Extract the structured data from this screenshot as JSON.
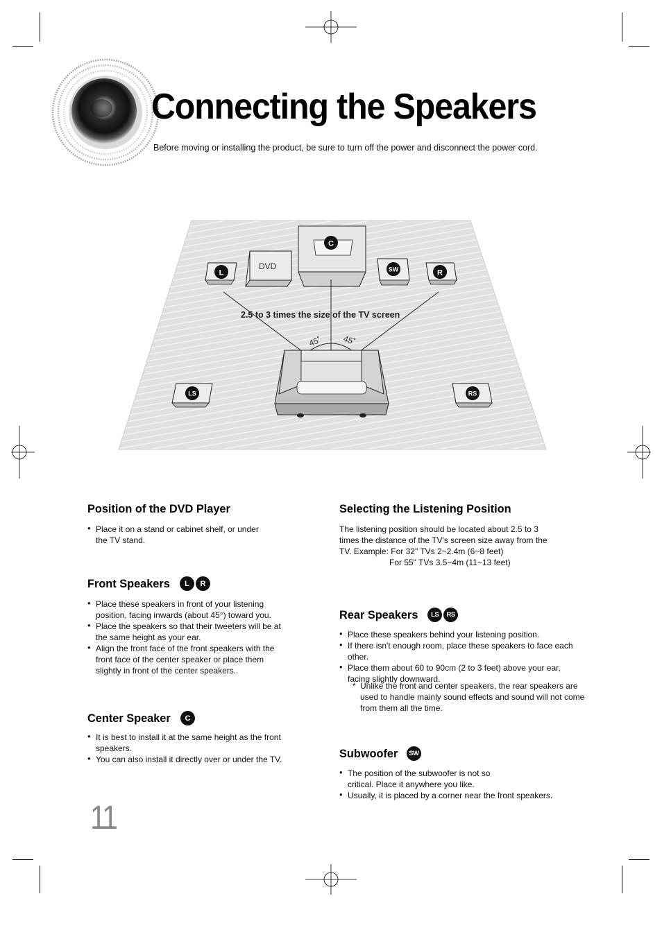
{
  "page": {
    "title": "Connecting the Speakers",
    "subtitle": "Before moving or installing the product, be sure to turn off the power and disconnect the power cord.",
    "page_number": "11"
  },
  "diagram": {
    "speaker_badges": {
      "front_left": "L",
      "center": "C",
      "subwoofer": "SW",
      "front_right": "R",
      "rear_left": "LS",
      "rear_right": "RS"
    },
    "dvd_label": "DVD",
    "distance_label": "2.5 to 3 times the size of the TV screen",
    "angle_left": "45˚",
    "angle_right": "45˚"
  },
  "sections": {
    "dvd_position": {
      "heading": "Position of the DVD Player",
      "bullets": [
        "Place it on a stand or cabinet shelf, or under the TV stand."
      ]
    },
    "front_speakers": {
      "heading": "Front Speakers",
      "badges": [
        "L",
        "R"
      ],
      "bullets": [
        "Place these speakers in front of your listening position, facing inwards (about 45°) toward you.",
        "Place the speakers so that their tweeters will be at the same height as your ear.",
        "Align the front face of the front speakers with the front face of the center speaker or place them slightly in front of the center speakers."
      ]
    },
    "center_speaker": {
      "heading": "Center Speaker",
      "badges": [
        "C"
      ],
      "bullets": [
        "It is best to install it at the same height as the front speakers.",
        "You can also install it directly over or under the TV."
      ]
    },
    "listening_position": {
      "heading": "Selecting the Listening Position",
      "text": "The listening position should be located about 2.5 to 3 times the distance of the TV's screen size away from the TV. Example:",
      "example_1": "For 32\" TVs 2~2.4m (6~8 feet)",
      "example_2": "For 55\" TVs 3.5~4m (11~13 feet)"
    },
    "rear_speakers": {
      "heading": "Rear Speakers",
      "badges": [
        "LS",
        "RS"
      ],
      "bullets": [
        "Place these speakers behind your listening position.",
        "If there isn't enough room, place these speakers to face each other.",
        "Place them about 60 to 90cm (2 to 3 feet) above your ear, facing slightly downward."
      ],
      "note_mark": "*",
      "note": "Unlike the front and center speakers, the rear speakers are used to handle mainly sound effects and sound will not come from them all the time."
    },
    "subwoofer": {
      "heading": "Subwoofer",
      "badges": [
        "SW"
      ],
      "bullets": [
        "The position of the subwoofer is not so critical. Place it anywhere you like.",
        "Usually, it is placed by a corner near the front speakers."
      ]
    }
  },
  "colors": {
    "floor": "#e3e3e3",
    "floor_lines": "#f6f6f6",
    "badge": "#111111",
    "page_number": "#888888"
  }
}
